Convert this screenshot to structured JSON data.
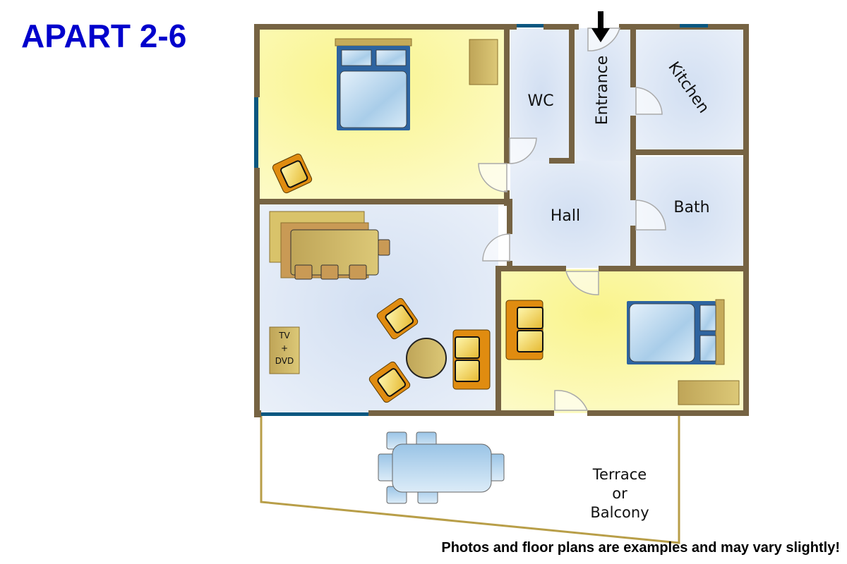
{
  "header": {
    "title": "APART 2-6"
  },
  "footer": {
    "disclaimer": "Photos and floor plans are examples and may vary slightly!"
  },
  "colors": {
    "wall": "#766343",
    "window": "#0a5780",
    "bedroom_floor": "#fbf7a8",
    "blue_floor": "#e3ebf7",
    "terrace_line": "#b89e48",
    "furniture_wood": "#c9b066",
    "armchair_orange": "#e08c10",
    "bed_frame": "#2e64a0",
    "title_blue": "#0000cc"
  },
  "rooms": {
    "bedroom_1": {
      "label": ""
    },
    "wc": {
      "label": "WC"
    },
    "entrance": {
      "label": "Entrance"
    },
    "kitchen": {
      "label": "Kitchen"
    },
    "hall": {
      "label": "Hall"
    },
    "bath": {
      "label": "Bath"
    },
    "living": {
      "label": ""
    },
    "bedroom_2": {
      "label": ""
    },
    "terrace": {
      "label_line1": "Terrace",
      "label_line2": "or",
      "label_line3": "Balcony"
    }
  },
  "furniture": {
    "tv": {
      "line1": "TV",
      "line2": "+",
      "line3": "DVD"
    }
  },
  "icons": {
    "entrance_arrow": "arrow-down-icon"
  }
}
